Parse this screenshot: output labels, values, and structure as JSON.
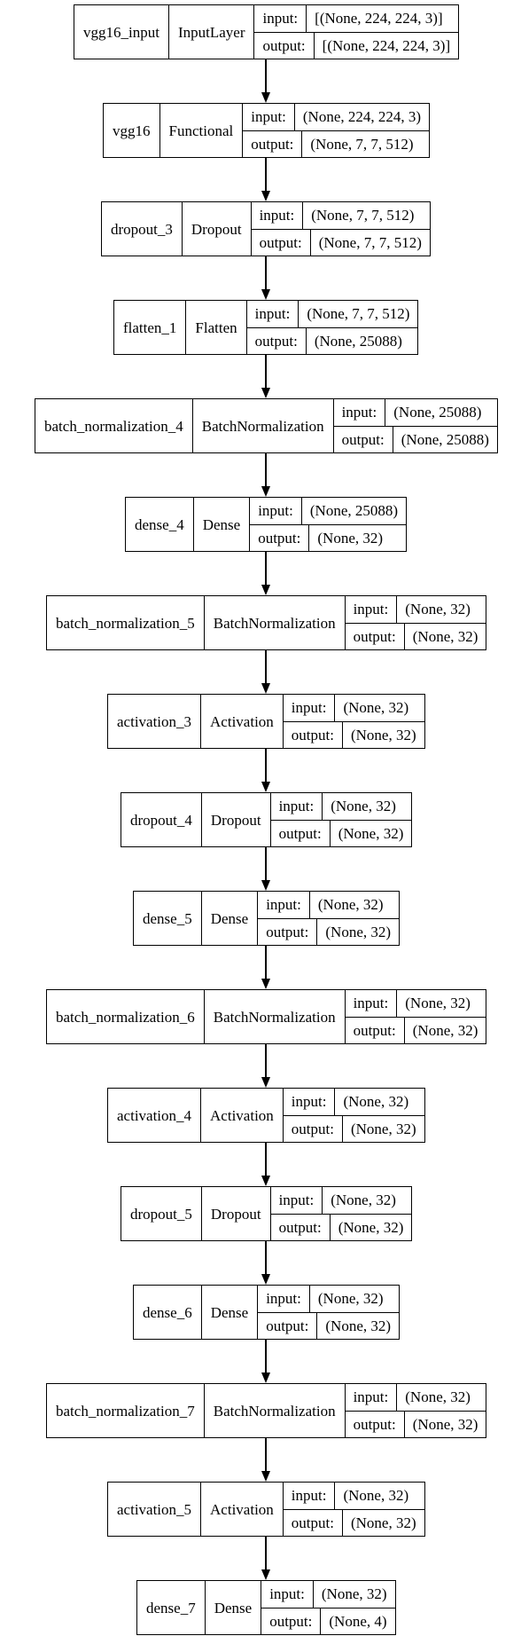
{
  "diagram": {
    "type": "keras-model-plot",
    "io_labels": {
      "input": "input:",
      "output": "output:"
    },
    "layers": [
      {
        "name": "vgg16_input",
        "type": "InputLayer",
        "input": "[(None, 224, 224, 3)]",
        "output": "[(None, 224, 224, 3)]"
      },
      {
        "name": "vgg16",
        "type": "Functional",
        "input": "(None, 224, 224, 3)",
        "output": "(None, 7, 7, 512)"
      },
      {
        "name": "dropout_3",
        "type": "Dropout",
        "input": "(None, 7, 7, 512)",
        "output": "(None, 7, 7, 512)"
      },
      {
        "name": "flatten_1",
        "type": "Flatten",
        "input": "(None, 7, 7, 512)",
        "output": "(None, 25088)"
      },
      {
        "name": "batch_normalization_4",
        "type": "BatchNormalization",
        "input": "(None, 25088)",
        "output": "(None, 25088)"
      },
      {
        "name": "dense_4",
        "type": "Dense",
        "input": "(None, 25088)",
        "output": "(None, 32)"
      },
      {
        "name": "batch_normalization_5",
        "type": "BatchNormalization",
        "input": "(None, 32)",
        "output": "(None, 32)"
      },
      {
        "name": "activation_3",
        "type": "Activation",
        "input": "(None, 32)",
        "output": "(None, 32)"
      },
      {
        "name": "dropout_4",
        "type": "Dropout",
        "input": "(None, 32)",
        "output": "(None, 32)"
      },
      {
        "name": "dense_5",
        "type": "Dense",
        "input": "(None, 32)",
        "output": "(None, 32)"
      },
      {
        "name": "batch_normalization_6",
        "type": "BatchNormalization",
        "input": "(None, 32)",
        "output": "(None, 32)"
      },
      {
        "name": "activation_4",
        "type": "Activation",
        "input": "(None, 32)",
        "output": "(None, 32)"
      },
      {
        "name": "dropout_5",
        "type": "Dropout",
        "input": "(None, 32)",
        "output": "(None, 32)"
      },
      {
        "name": "dense_6",
        "type": "Dense",
        "input": "(None, 32)",
        "output": "(None, 32)"
      },
      {
        "name": "batch_normalization_7",
        "type": "BatchNormalization",
        "input": "(None, 32)",
        "output": "(None, 32)"
      },
      {
        "name": "activation_5",
        "type": "Activation",
        "input": "(None, 32)",
        "output": "(None, 32)"
      },
      {
        "name": "dense_7",
        "type": "Dense",
        "input": "(None, 32)",
        "output": "(None, 4)"
      }
    ]
  }
}
